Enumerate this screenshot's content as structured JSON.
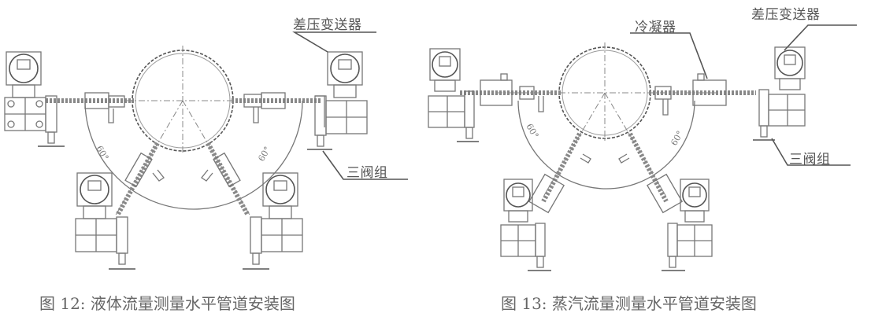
{
  "figures": [
    {
      "id": "fig12",
      "caption": "图 12: 液体流量测量水平管道安装图",
      "labels": {
        "transmitter": "差压变送器",
        "manifold": "三阀组"
      },
      "angles": [
        "60°",
        "60°"
      ]
    },
    {
      "id": "fig13",
      "caption": "图 13: 蒸汽流量测量水平管道安装图",
      "labels": {
        "transmitter": "差压变送器",
        "condenser": "冷凝器",
        "manifold": "三阀组"
      },
      "angles": [
        "60°",
        "60°"
      ]
    }
  ]
}
